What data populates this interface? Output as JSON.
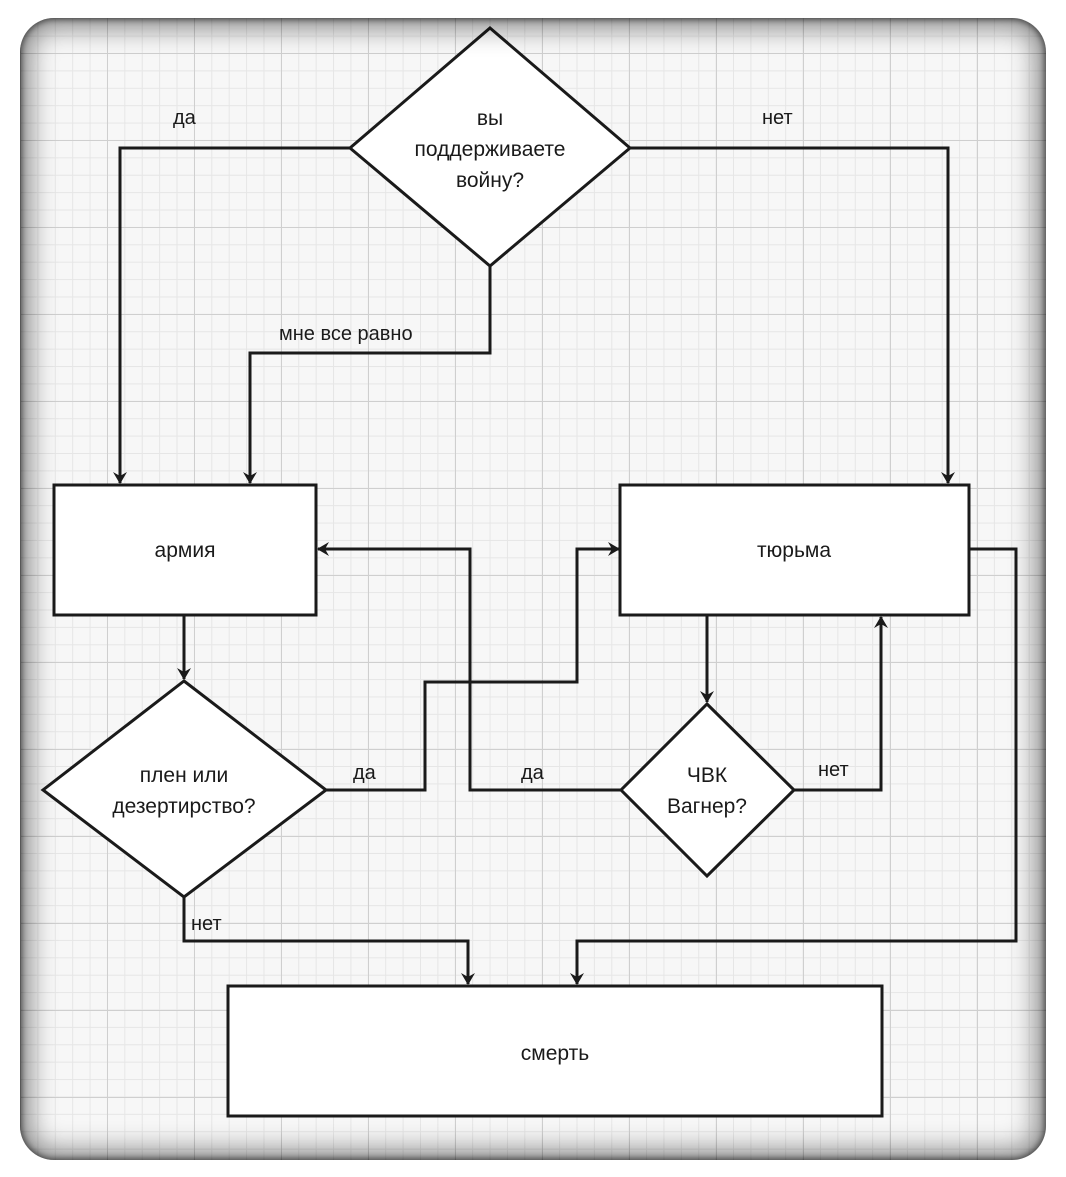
{
  "diagram": {
    "type": "flowchart",
    "nodes": {
      "start": {
        "shape": "diamond",
        "lines": [
          "вы",
          "поддерживаете",
          "войну?"
        ]
      },
      "army": {
        "shape": "rectangle",
        "label": "армия"
      },
      "prison": {
        "shape": "rectangle",
        "label": "тюрьма"
      },
      "capture": {
        "shape": "diamond",
        "lines": [
          "плен или",
          "дезертирство?"
        ]
      },
      "wagner": {
        "shape": "diamond",
        "lines": [
          "ЧВК",
          "Вагнер?"
        ]
      },
      "death": {
        "shape": "rectangle",
        "label": "смерть"
      }
    },
    "edges": [
      {
        "from": "start",
        "to": "army",
        "label": "да"
      },
      {
        "from": "start",
        "to": "prison",
        "label": "нет"
      },
      {
        "from": "start",
        "to": "army",
        "label": "мне все равно"
      },
      {
        "from": "army",
        "to": "capture",
        "label": ""
      },
      {
        "from": "capture",
        "to": "prison",
        "label": "да"
      },
      {
        "from": "capture",
        "to": "death",
        "label": "нет"
      },
      {
        "from": "prison",
        "to": "wagner",
        "label": ""
      },
      {
        "from": "wagner",
        "to": "army",
        "label": "да"
      },
      {
        "from": "wagner",
        "to": "prison",
        "label": "нет"
      },
      {
        "from": "prison",
        "to": "death",
        "label": ""
      }
    ],
    "edge_labels": {
      "start_yes": "да",
      "start_no": "нет",
      "start_dont_care": "мне все равно",
      "capture_yes": "да",
      "capture_no": "нет",
      "wagner_yes": "да",
      "wagner_no": "нет"
    }
  }
}
